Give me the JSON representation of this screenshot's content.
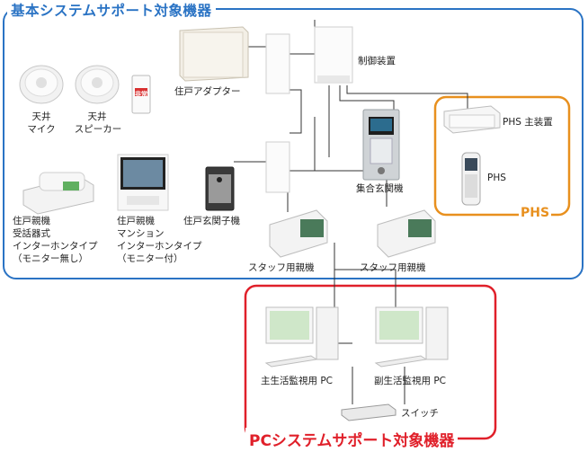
{
  "groups": {
    "basic": {
      "title": "基本システムサポート対象機器",
      "color": "#2a73c4"
    },
    "phs": {
      "title": "PHS",
      "color": "#e8901e"
    },
    "pc": {
      "title": "PCシステムサポート対象機器",
      "color": "#e0202a"
    }
  },
  "labels": {
    "ceiling_mic_1": "天井",
    "ceiling_mic_2": "マイク",
    "ceiling_speaker_1": "天井",
    "ceiling_speaker_2": "スピーカー",
    "adapter": "住戸アダプター",
    "controller": "制御装置",
    "phs_main": "PHS 主装置",
    "phs_handset": "PHS",
    "entrance_panel": "集合玄関機",
    "unit_master_1_l1": "住戸親機",
    "unit_master_1_l2": "受話器式",
    "unit_master_1_l3": "インターホンタイプ",
    "unit_master_1_l4": "（モニター無し）",
    "unit_master_2_l1": "住戸親機",
    "unit_master_2_l2": "マンション",
    "unit_master_2_l3": "インターホンタイプ",
    "unit_master_2_l4": "（モニター付）",
    "door_station": "住戸玄関子機",
    "staff_master_1": "スタッフ用親機",
    "staff_master_2": "スタッフ用親機",
    "pc_main": "主生活監視用 PC",
    "pc_sub": "副生活監視用 PC",
    "switch": "スイッチ",
    "button_text": "非常"
  }
}
